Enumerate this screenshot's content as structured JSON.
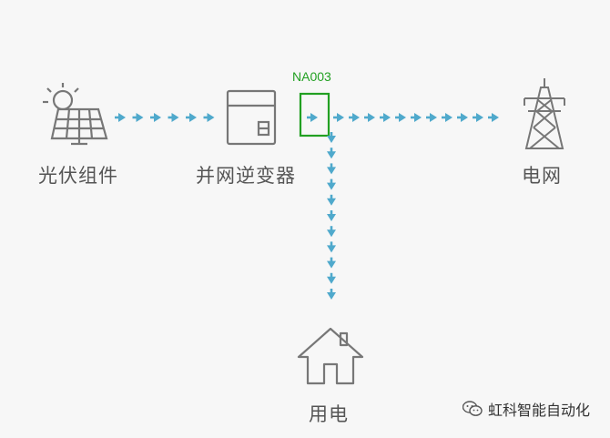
{
  "nodes": {
    "solar": {
      "label": "光伏组件",
      "icon": "solar-panel-sun-icon"
    },
    "inverter": {
      "label": "并网逆变器",
      "icon": "inverter-icon"
    },
    "grid": {
      "label": "电网",
      "icon": "power-tower-icon"
    },
    "load": {
      "label": "用电",
      "icon": "house-icon"
    }
  },
  "meter": {
    "label": "NA003"
  },
  "watermark": {
    "text": "虹科智能自动化",
    "icon": "wechat-icon"
  },
  "colors": {
    "arrow": "#4fa9cc",
    "icon": "#777777",
    "meter": "#22a022",
    "label": "#555555",
    "background": "#f7f7f7"
  },
  "flows": [
    {
      "from": "solar",
      "to": "inverter",
      "arrows": 6
    },
    {
      "from": "meter",
      "to": "grid",
      "arrows": 11
    },
    {
      "from": "junction",
      "to": "load",
      "arrows": 11
    }
  ]
}
